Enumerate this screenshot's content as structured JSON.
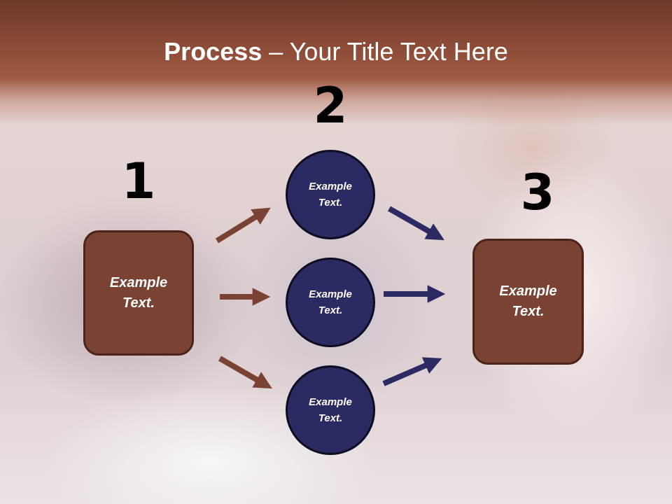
{
  "slide": {
    "title_bold": "Process",
    "title_rest": " – Your Title Text Here"
  },
  "steps": {
    "step1_number": "1",
    "step2_number": "2",
    "step3_number": "3"
  },
  "nodes": {
    "left_box": {
      "line1": "Example",
      "line2": "Text."
    },
    "circle_top": {
      "line1": "Example",
      "line2": "Text."
    },
    "circle_middle": {
      "line1": "Example",
      "line2": "Text."
    },
    "circle_bottom": {
      "line1": "Example",
      "line2": "Text."
    },
    "right_box": {
      "line1": "Example",
      "line2": "Text."
    }
  },
  "colors": {
    "banner": "#8a4a36",
    "box_fill": "#7a4232",
    "circle_fill": "#2c2a62",
    "arrow_brown": "#7a4232",
    "arrow_navy": "#2c2a62"
  }
}
